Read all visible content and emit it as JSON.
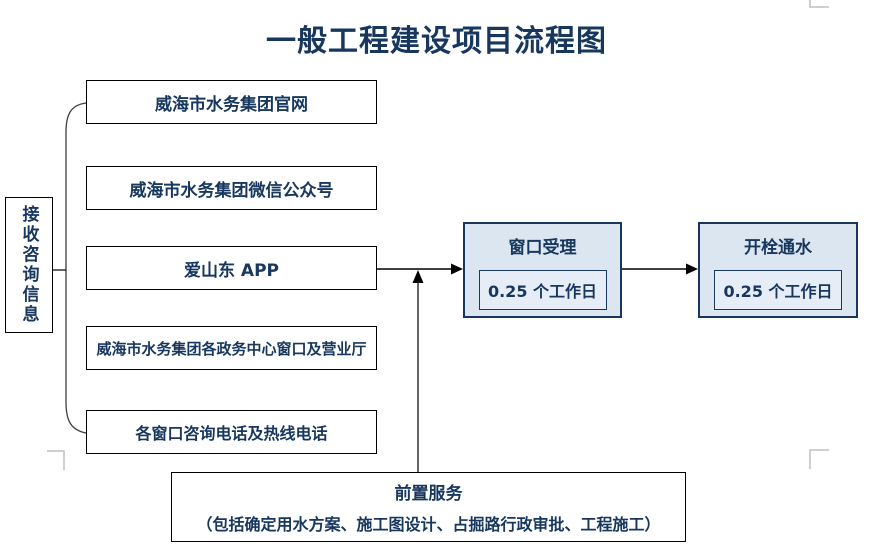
{
  "title": "一般工程建设项目流程图",
  "receive": {
    "label": "接收咨询信息"
  },
  "channels": [
    {
      "label": "威海市水务集团官网"
    },
    {
      "label": "威海市水务集团微信公众号"
    },
    {
      "label": "爱山东 APP"
    },
    {
      "label": "威海市水务集团各政务中心窗口及营业厅"
    },
    {
      "label": "各窗口咨询电话及热线电话"
    }
  ],
  "steps": [
    {
      "title": "窗口受理",
      "duration": "0.25 个工作日"
    },
    {
      "title": "开栓通水",
      "duration": "0.25 个工作日"
    }
  ],
  "pre_service": {
    "title": "前置服务",
    "detail": "（包括确定用水方案、施工图设计、占掘路行政审批、工程施工）"
  },
  "colors": {
    "text_navy": "#17375E",
    "step_fill": "#DCE6F1",
    "step_border": "#17375E",
    "box_border": "#000000",
    "connector": "#404040",
    "margin_mark": "#BFBFBF"
  }
}
